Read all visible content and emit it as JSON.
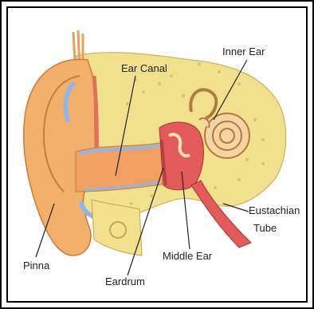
{
  "labels": {
    "ear_canal": "Ear Canal",
    "inner_ear": "Inner Ear",
    "eustachian_line1": "Eustachian",
    "eustachian_line2": "Tube",
    "pinna": "Pinna",
    "middle_ear": "Middle Ear",
    "eardrum": "Eardrum"
  }
}
